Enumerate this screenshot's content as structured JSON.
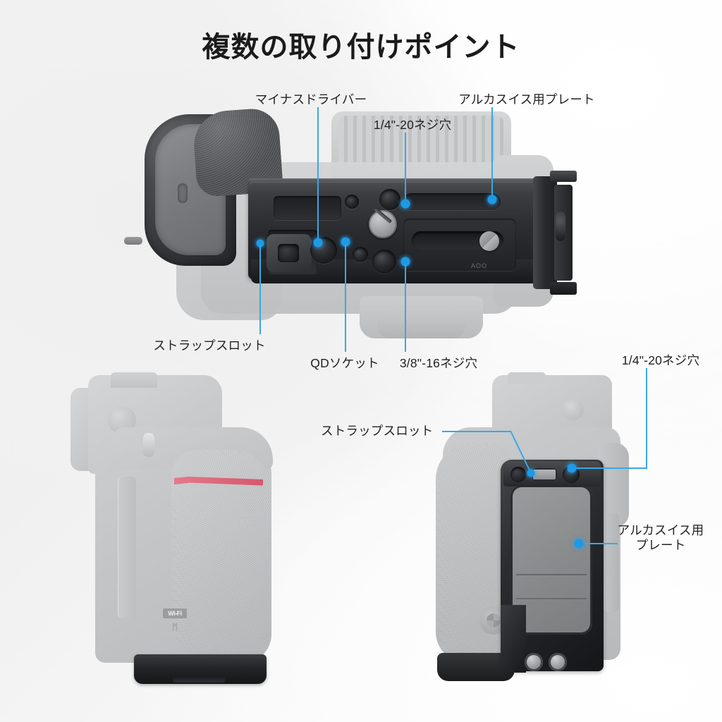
{
  "title": "複数の取り付けポイント",
  "theme": {
    "callout_color": "#1d9ae6",
    "leader_line_color": "#3aa8e5",
    "label_color": "#222222",
    "background": "#f0f0f0",
    "accent_red": "#dc6478"
  },
  "views": {
    "top": {
      "name": "bottom-view-with-l-bracket",
      "brand_mark": "AOO"
    },
    "bottom_left": {
      "name": "right-side-view",
      "badges": {
        "wifi": "Wi-Fi",
        "bluetooth": "ᛗ"
      }
    },
    "bottom_right": {
      "name": "left-side-view-with-l-plate"
    }
  },
  "callouts": {
    "top_view": [
      {
        "id": "minus-driver",
        "label": "マイナスドライバー",
        "align": "center"
      },
      {
        "id": "quarter-20-top",
        "label": "1/4\"-20ネジ穴",
        "align": "center"
      },
      {
        "id": "arca-swiss-top",
        "label": "アルカスイス用プレート",
        "align": "center"
      },
      {
        "id": "strap-slot-top",
        "label": "ストラップスロット",
        "align": "center"
      },
      {
        "id": "qd-socket",
        "label": "QDソケット",
        "align": "center"
      },
      {
        "id": "three-eighth-16",
        "label": "3/8\"-16ネジ穴",
        "align": "center"
      }
    ],
    "bottom_right_view": [
      {
        "id": "strap-slot-side",
        "label": "ストラップスロット",
        "align": "left"
      },
      {
        "id": "quarter-20-side",
        "label": "1/4\"-20ネジ穴",
        "align": "center"
      },
      {
        "id": "arca-swiss-side",
        "label_line1": "アルカスイス用",
        "label_line2": "プレート",
        "align": "center"
      }
    ]
  }
}
